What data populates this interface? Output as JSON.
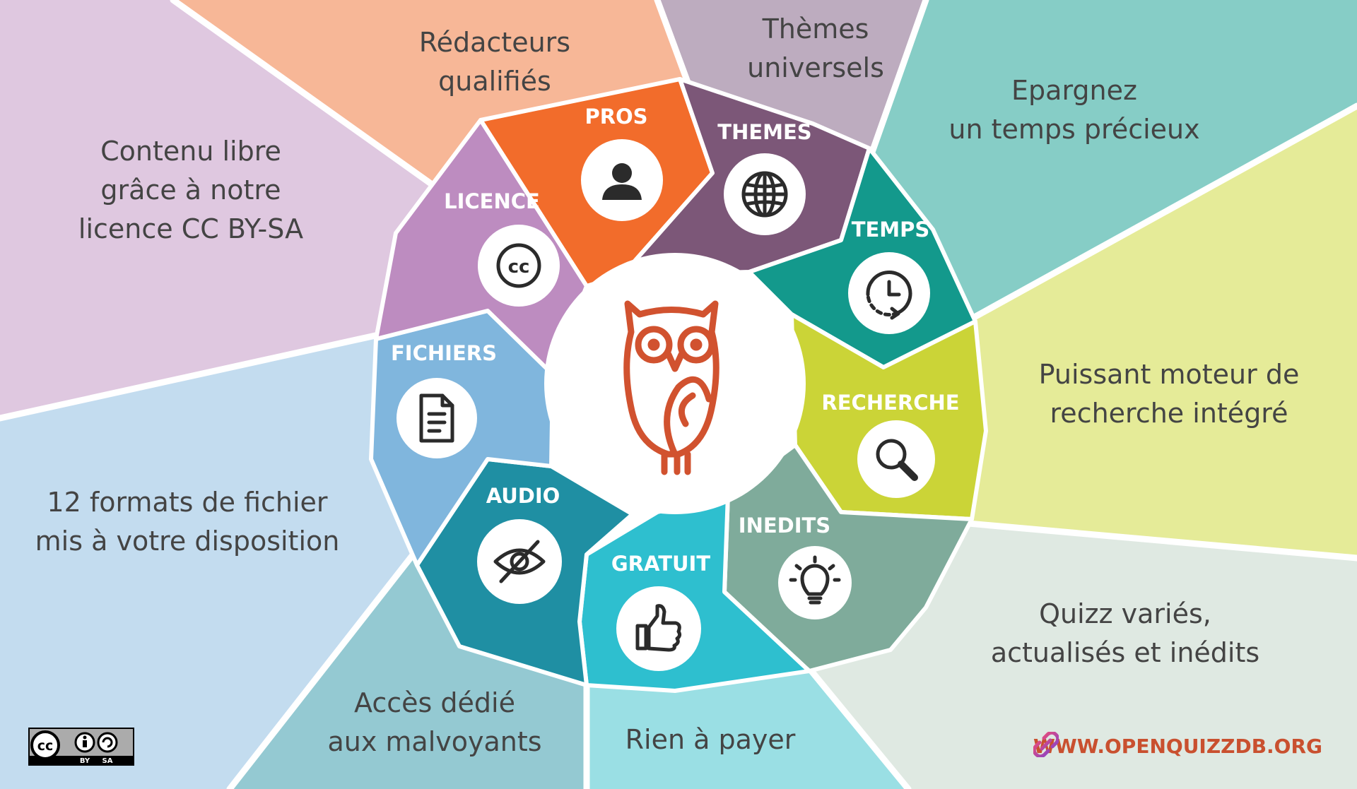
{
  "colors": {
    "pros": "#f26c2b",
    "themes": "#7c5778",
    "temps": "#13998c",
    "recherche": "#cbd437",
    "inedits": "#7fab9b",
    "gratuit": "#2ebfcf",
    "audio": "#1f8fa3",
    "fichiers": "#80b6dd",
    "licence": "#bd8cc0",
    "owl": "#d1522f",
    "link": "#c9502f"
  },
  "center": {
    "logo": "owl-logo"
  },
  "segments": [
    {
      "id": "pros",
      "label": "PROS",
      "icon": "person-icon"
    },
    {
      "id": "themes",
      "label": "THEMES",
      "icon": "globe-icon"
    },
    {
      "id": "temps",
      "label": "TEMPS",
      "icon": "clock-icon"
    },
    {
      "id": "recherche",
      "label": "RECHERCHE",
      "icon": "search-icon"
    },
    {
      "id": "inedits",
      "label": "INEDITS",
      "icon": "lightbulb-icon"
    },
    {
      "id": "gratuit",
      "label": "GRATUIT",
      "icon": "thumbs-up-icon"
    },
    {
      "id": "audio",
      "label": "AUDIO",
      "icon": "eye-slash-icon"
    },
    {
      "id": "fichiers",
      "label": "FICHIERS",
      "icon": "document-icon"
    },
    {
      "id": "licence",
      "label": "LICENCE",
      "icon": "cc-icon"
    }
  ],
  "descriptions": {
    "pros": [
      "Rédacteurs",
      "qualifiés"
    ],
    "themes": [
      "Thèmes",
      "universels"
    ],
    "temps": [
      "Epargnez",
      "un temps précieux"
    ],
    "recherche": [
      "Puissant moteur de",
      "recherche intégré"
    ],
    "inedits": [
      "Quizz variés,",
      "actualisés et inédits"
    ],
    "gratuit": [
      "Rien à payer"
    ],
    "audio": [
      "Accès dédié",
      "aux malvoyants"
    ],
    "fichiers": [
      "12 formats de fichier",
      "mis à votre disposition"
    ],
    "licence": [
      "Contenu libre",
      "grâce à notre",
      "licence CC BY-SA"
    ]
  },
  "footer": {
    "website": "WWW.OPENQUIZZDB.ORG",
    "website_icon": "link-icon",
    "license_badge": {
      "cc": "cc",
      "by": "BY",
      "sa": "SA"
    }
  }
}
